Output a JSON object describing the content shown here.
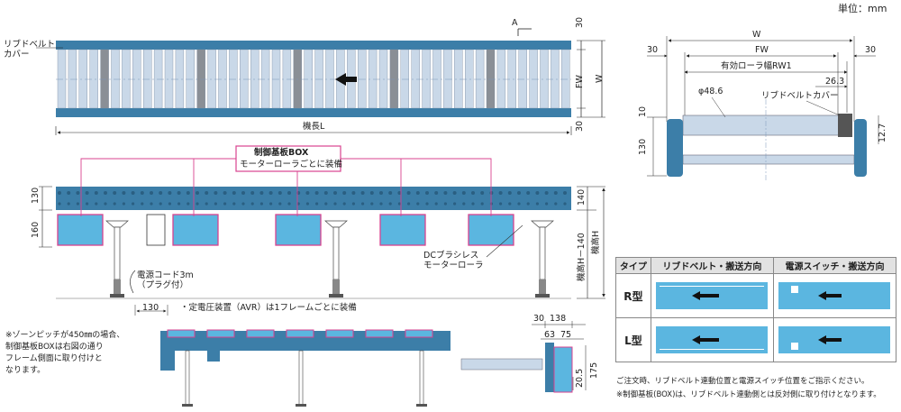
{
  "unit_label": "単位：mm",
  "top_view": {
    "ribbed_belt_cover": "リブドベルト\nカバー",
    "section_mark": "A",
    "dim_30_top": "30",
    "dim_fw": "FW",
    "dim_w": "W",
    "dim_30_bottom": "30",
    "length_label": "機長L"
  },
  "side_view": {
    "control_box_title": "制御基板BOX",
    "control_box_sub": "モーターローラごとに装備",
    "dim_130": "130",
    "dim_160": "160",
    "dim_140": "140",
    "machine_height": "機高H",
    "height_minus": "機高H－140",
    "power_cord": "電源コード3m\n（プラグ付）",
    "dc_roller": "DCブラシレス\nモーターローラ",
    "dim_130_bottom": "130",
    "avr_note": "・定電圧装置（AVR）は1フレームごとに装備"
  },
  "cross_section": {
    "w": "W",
    "dim_30_left": "30",
    "fw": "FW",
    "dim_30_right": "30",
    "effective_width": "有効ローラ幅RW1",
    "dim_26_3": "26.3",
    "phi": "φ48.6",
    "belt_cover": "リブドベルトカバー",
    "dim_10": "10",
    "dim_130": "130",
    "dim_12_7": "12.7"
  },
  "zone_note": "※ゾーンピッチが450㎜の場合、\n制御基板BOXは右図の通り\nフレーム側面に取り付けと\nなります。",
  "small_views": {
    "dim_30": "30",
    "dim_138": "138",
    "dim_63": "63",
    "dim_75": "75",
    "dim_20_5": "20.5",
    "dim_175": "175"
  },
  "table": {
    "headers": [
      "タイプ",
      "リブドベルト・搬送方向",
      "電源スイッチ・搬送方向"
    ],
    "rows": [
      {
        "type": "R型"
      },
      {
        "type": "L型"
      }
    ]
  },
  "footer_1": "ご注文時、リブドベルト連動位置と電源スイッチ位置をご指示ください。",
  "footer_2": "※制御基板(BOX)は、リブドベルト連動側とは反対側に取り付けとなります。",
  "colors": {
    "roller": "#c9d8e8",
    "frame": "#3c7ea8",
    "box": "#5bb6e0",
    "pink": "#d9438f"
  }
}
